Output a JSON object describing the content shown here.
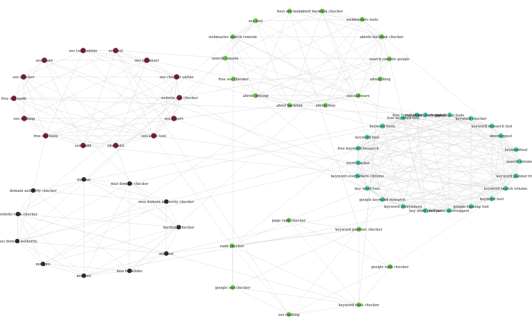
{
  "colors": {
    "maroon": "#7a2142",
    "dark": "#3a2a30",
    "green": "#69c94b",
    "teal": "#4cc4b0",
    "edge": "#d9d9d9"
  },
  "clusters": [
    {
      "key": "maroon",
      "nodes": [
        {
          "label": "seo tools online",
          "color": "maroon"
        },
        {
          "label": "seo tool",
          "color": "maroon"
        },
        {
          "label": "seo optimizer",
          "color": "maroon"
        },
        {
          "label": "seo checker online",
          "color": "maroon"
        },
        {
          "label": "website seo checker",
          "color": "maroon"
        },
        {
          "label": "seo report",
          "color": "maroon"
        },
        {
          "label": "seo audit tool",
          "color": "maroon"
        },
        {
          "label": "site audit",
          "color": "maroon"
        },
        {
          "label": "seo audit",
          "color": "maroon"
        },
        {
          "label": "free seo tools",
          "color": "maroon"
        },
        {
          "label": "seo ranking",
          "color": "maroon"
        },
        {
          "label": "free seo audit",
          "color": "maroon"
        },
        {
          "label": "seo checker",
          "color": "maroon"
        },
        {
          "label": "seo score",
          "color": "maroon"
        }
      ]
    },
    {
      "key": "green",
      "nodes": [
        {
          "label": "best seo tools",
          "color": "green"
        },
        {
          "label": "ahref backlink checker",
          "color": "green"
        },
        {
          "label": "webmasters tools",
          "color": "green"
        },
        {
          "label": "ahrefs backlink checker",
          "color": "green"
        },
        {
          "label": "search console google",
          "color": "green"
        },
        {
          "label": "ahrefs blog",
          "color": "green"
        },
        {
          "label": "seo software",
          "color": "green"
        },
        {
          "label": "ahrefs free",
          "color": "green"
        },
        {
          "label": "ahref backlink",
          "color": "green"
        },
        {
          "label": "ahrefs pricing",
          "color": "green"
        },
        {
          "label": "free seo checker",
          "color": "green"
        },
        {
          "label": "search console",
          "color": "green"
        },
        {
          "label": "webmaster search console",
          "color": "green"
        },
        {
          "label": "seo tool",
          "color": "green"
        }
      ]
    },
    {
      "key": "teal",
      "nodes": [
        {
          "label": "free keyword research tool",
          "color": "teal"
        },
        {
          "label": "google seo tools",
          "color": "teal"
        },
        {
          "label": "keyword checker",
          "color": "teal"
        },
        {
          "label": "keyword research tool",
          "color": "teal"
        },
        {
          "label": "ubersuggest",
          "color": "teal"
        },
        {
          "label": "keywordtool",
          "color": "teal"
        },
        {
          "label": "search volume",
          "color": "teal"
        },
        {
          "label": "keyword planner free",
          "color": "teal"
        },
        {
          "label": "keyword search volume",
          "color": "teal"
        },
        {
          "label": "keyword tool",
          "color": "teal"
        },
        {
          "label": "google ranking tool",
          "color": "teal"
        },
        {
          "label": "neil patel ubersuggest",
          "color": "teal"
        },
        {
          "label": "key word planner",
          "color": "teal"
        },
        {
          "label": "keyword everywhere",
          "color": "teal"
        },
        {
          "label": "google keyword research",
          "color": "teal"
        },
        {
          "label": "key word tool",
          "color": "teal"
        },
        {
          "label": "keyword everywhere chrome",
          "color": "teal"
        },
        {
          "label": "word tracker",
          "color": "teal"
        },
        {
          "label": "free keyword research",
          "color": "teal"
        },
        {
          "label": "keyword tool",
          "color": "teal"
        },
        {
          "label": "keyword tools",
          "color": "teal"
        },
        {
          "label": "free keyword tool",
          "color": "teal"
        },
        {
          "label": "neil patel ubersuggest",
          "color": "teal"
        }
      ]
    },
    {
      "key": "dark",
      "nodes": [
        {
          "label": "mozbar",
          "color": "dark"
        },
        {
          "label": "moz domain checker",
          "color": "dark"
        },
        {
          "label": "moz domain authority checker",
          "color": "dark"
        },
        {
          "label": "backlink checker",
          "color": "dark"
        },
        {
          "label": "seo moz",
          "color": "dark"
        },
        {
          "label": "moz backlinks",
          "color": "dark"
        },
        {
          "label": "moz seo",
          "color": "dark"
        },
        {
          "label": "moz pro",
          "color": "dark"
        },
        {
          "label": "moz domain authority",
          "color": "dark"
        },
        {
          "label": "website rank checker",
          "color": "dark"
        },
        {
          "label": "domain authority checker",
          "color": "dark"
        }
      ]
    },
    {
      "key": "green2",
      "nodes": [
        {
          "label": "page rank checker",
          "color": "green"
        },
        {
          "label": "keyword position checker",
          "color": "green"
        },
        {
          "label": "google rank checker",
          "color": "green"
        },
        {
          "label": "keyword rank checker",
          "color": "green"
        },
        {
          "label": "seo ranking",
          "color": "green"
        },
        {
          "label": "google seo checker",
          "color": "green"
        },
        {
          "label": "rank checker",
          "color": "green"
        }
      ]
    }
  ]
}
